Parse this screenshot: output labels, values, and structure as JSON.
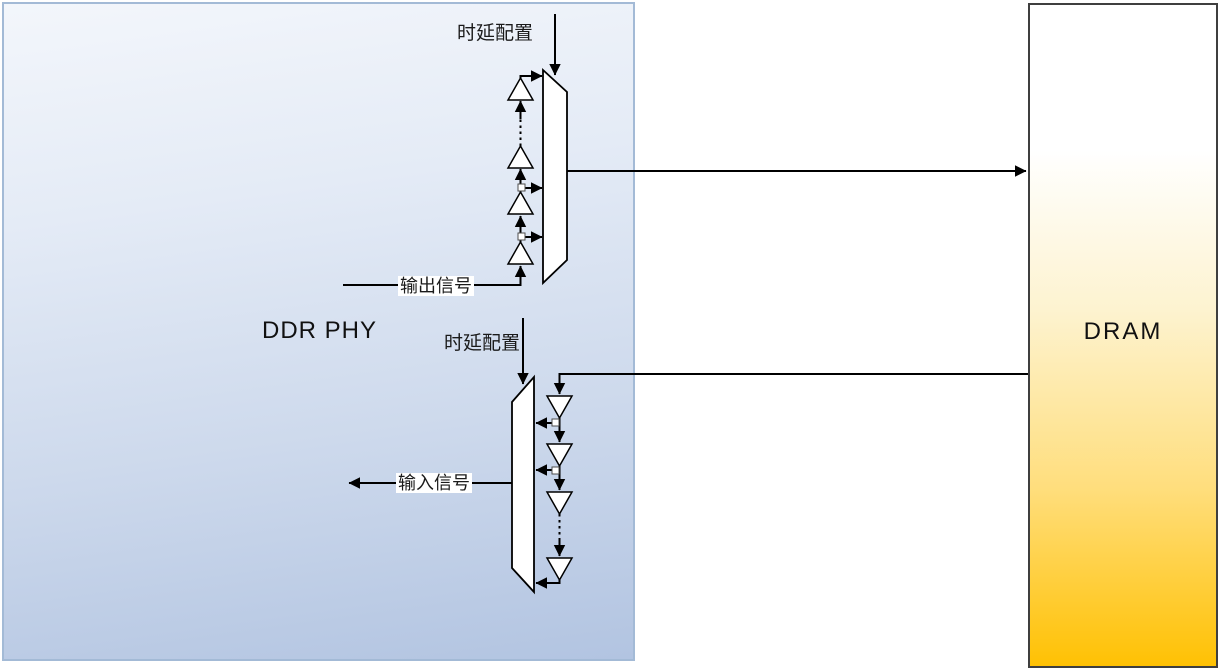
{
  "diagram": {
    "blocks": {
      "ddr_phy": {
        "label": "DDR PHY"
      },
      "dram": {
        "label": "DRAM"
      }
    },
    "output_path": {
      "delay_config_label": "时延配置",
      "signal_label": "输出信号",
      "delay_buffer_count_drawn": 4,
      "buffer_direction": "up",
      "mux_side": "right-of-chain"
    },
    "input_path": {
      "delay_config_label": "时延配置",
      "signal_label": "输入信号",
      "delay_buffer_count_drawn": 4,
      "buffer_direction": "down",
      "mux_side": "left-of-chain"
    },
    "colors": {
      "phy_fill_top": "#F3F6FB",
      "phy_fill_bottom": "#B2C4E1",
      "phy_border": "#A3BAD6",
      "dram_fill_top": "#FFFFFF",
      "dram_fill_bottom": "#FFC103",
      "dram_border": "#3F3F3F",
      "wire": "#000000",
      "shape_fill": "#FFFFFF"
    }
  }
}
